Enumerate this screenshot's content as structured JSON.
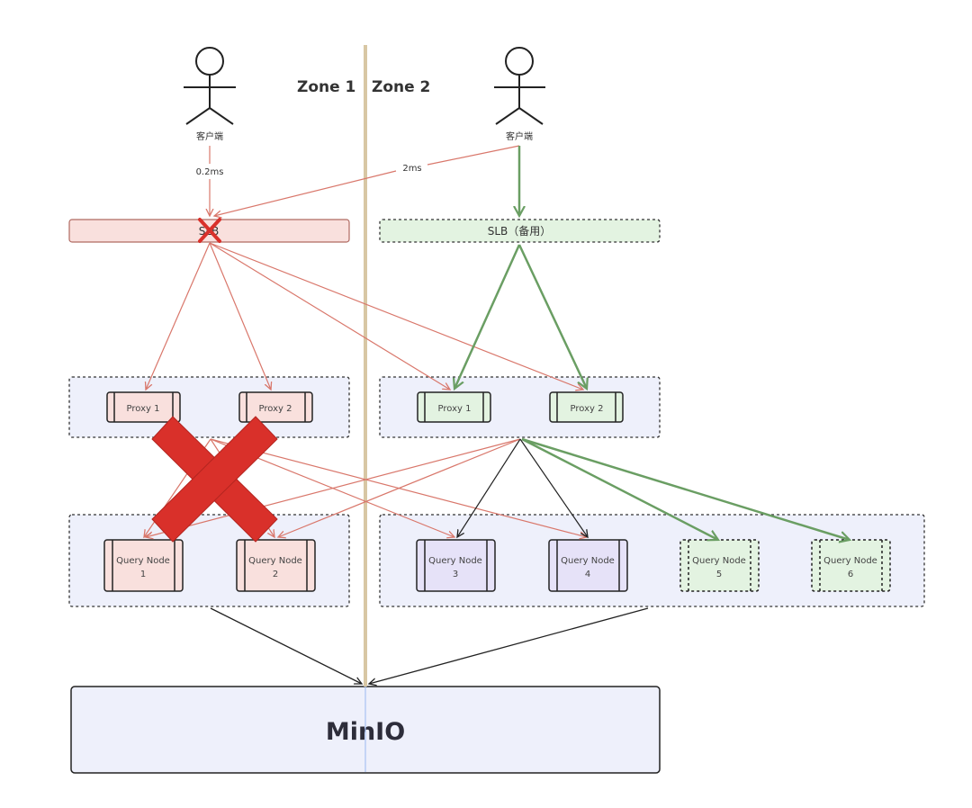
{
  "zones": {
    "zone1": "Zone 1",
    "zone2": "Zone 2"
  },
  "clients": {
    "left_label": "客户端",
    "right_label": "客户端"
  },
  "latency": {
    "local": "0.2ms",
    "cross": "2ms"
  },
  "slb": {
    "zone1_label": "SLB",
    "zone2_label": "SLB（备用）"
  },
  "proxies": {
    "zone1": [
      "Proxy 1",
      "Proxy 2"
    ],
    "zone2": [
      "Proxy 1",
      "Proxy 2"
    ]
  },
  "query_nodes": {
    "zone1": [
      {
        "line1": "Query Node",
        "line2": "1"
      },
      {
        "line1": "Query Node",
        "line2": "2"
      }
    ],
    "zone2": [
      {
        "line1": "Query Node",
        "line2": "3"
      },
      {
        "line1": "Query Node",
        "line2": "4"
      },
      {
        "line1": "Query Node",
        "line2": "5"
      },
      {
        "line1": "Query Node",
        "line2": "6"
      }
    ]
  },
  "storage": {
    "label": "MinIO"
  },
  "colors": {
    "failed_fill": "#f9e0dd",
    "failed_stroke": "#d9776b",
    "standby_fill": "#e3f3e1",
    "active_green": "#6a9e63",
    "active_purple_fill": "#e6e2f8",
    "group_fill": "#eef0fb",
    "zone_divider": "#d8c7a4",
    "big_x": "#d9302a"
  }
}
